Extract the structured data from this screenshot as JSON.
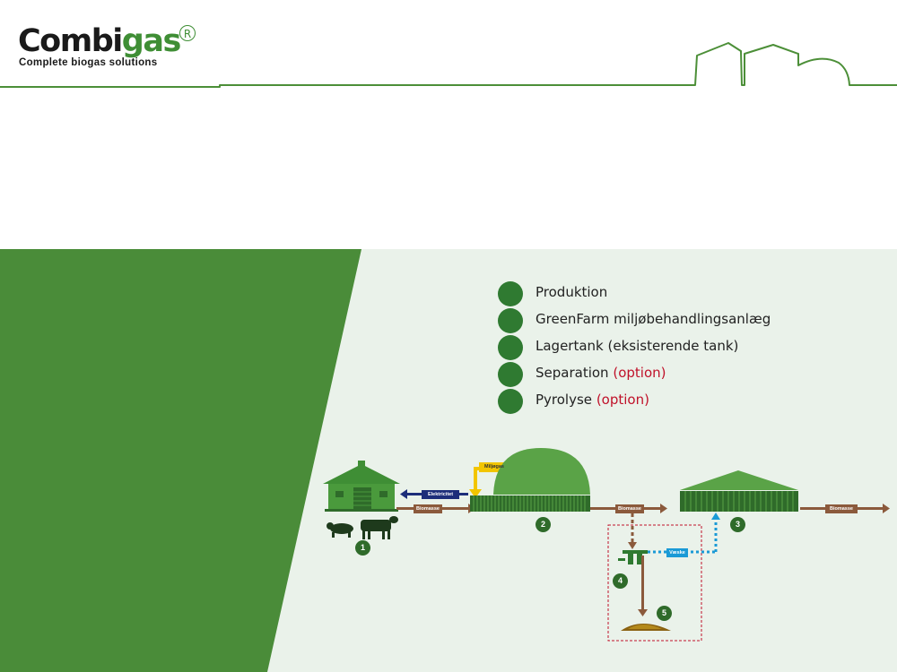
{
  "logo": {
    "word_dark": "Combi",
    "word_green": "gas",
    "registered": "R",
    "tagline": "Complete biogas solutions"
  },
  "legend": [
    {
      "label": "Produktion",
      "option": ""
    },
    {
      "label": "GreenFarm miljøbehandlingsanlæg",
      "option": ""
    },
    {
      "label": "Lagertank (eksisterende tank)",
      "option": ""
    },
    {
      "label": "Separation",
      "option": "(option)"
    },
    {
      "label": "Pyrolyse",
      "option": "(option)"
    }
  ],
  "diagram": {
    "elektricitet": "Elektricitet",
    "miljogas": "Miljøgas",
    "biomasse_1": "Biomasse",
    "biomasse_2": "Biomasse",
    "biomasse_3": "Biomasse",
    "vaeske": "Væske",
    "steps": [
      "1",
      "2",
      "3",
      "4",
      "5"
    ]
  },
  "colors": {
    "brand_green": "#3f8e35",
    "panel_green": "#4a8c39",
    "legend_dot": "#2f7a31",
    "background_tint": "#eaf2ea",
    "option_red": "#c0122a",
    "flow_brown": "#8b5a3c",
    "electric_blue": "#1d2e7a",
    "liquid_blue": "#1a9ad6",
    "gas_yellow": "#f2c500"
  }
}
